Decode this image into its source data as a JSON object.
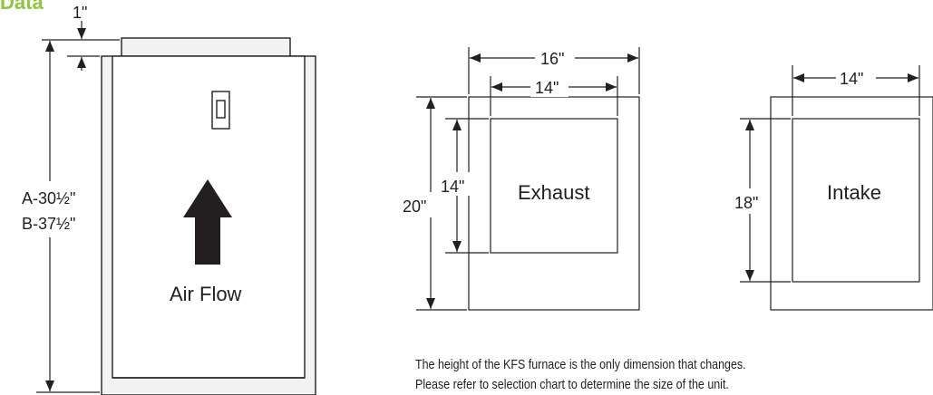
{
  "heading": {
    "text": "Data",
    "color": "#8dc63f"
  },
  "furnace": {
    "top_offset_label": "1\"",
    "height_label_a": "A-30½\"",
    "height_label_b": "B-37½\"",
    "flow_label": "Air Flow"
  },
  "exhaust": {
    "outer_width_label": "16\"",
    "inner_width_label": "14\"",
    "outer_height_label": "20\"",
    "inner_height_label": "14\"",
    "name": "Exhaust"
  },
  "intake": {
    "inner_width_label": "14\"",
    "inner_height_label": "18\"",
    "name": "Intake"
  },
  "caption": {
    "line1": "The height of the KFS furnace is the only dimension that changes.",
    "line2": "Please refer to selection chart to determine the size of the unit."
  }
}
